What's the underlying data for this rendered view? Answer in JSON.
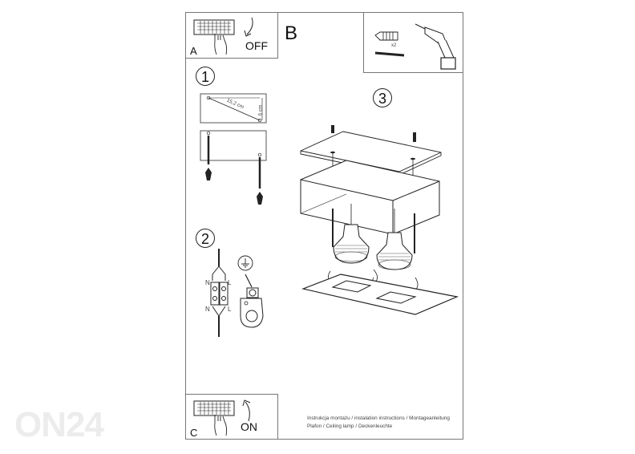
{
  "document": {
    "type": "installation-instructions",
    "sections": {
      "A": {
        "label": "A",
        "switch_state": "OFF"
      },
      "B": {
        "label": "B",
        "tools": {
          "anchor_count": "x2"
        }
      },
      "C": {
        "label": "C",
        "switch_state": "ON"
      }
    },
    "steps": [
      {
        "number": "1",
        "dimensions": {
          "diagonal": "15,2 cm",
          "vertical": "6 cm"
        }
      },
      {
        "number": "2",
        "wiring_labels": {
          "neutral": "N",
          "live": "L"
        }
      },
      {
        "number": "3"
      }
    ],
    "footer": {
      "line1": "Instrukcja montażu / instalation instructions / Montageanleitung",
      "line2": "Plafon / Ceiling lamp / Deckenleuchte"
    }
  },
  "watermark": {
    "text": "ON24",
    "color": "#ececec"
  },
  "colors": {
    "line": "#222222",
    "frame": "#777777",
    "background": "#ffffff"
  }
}
